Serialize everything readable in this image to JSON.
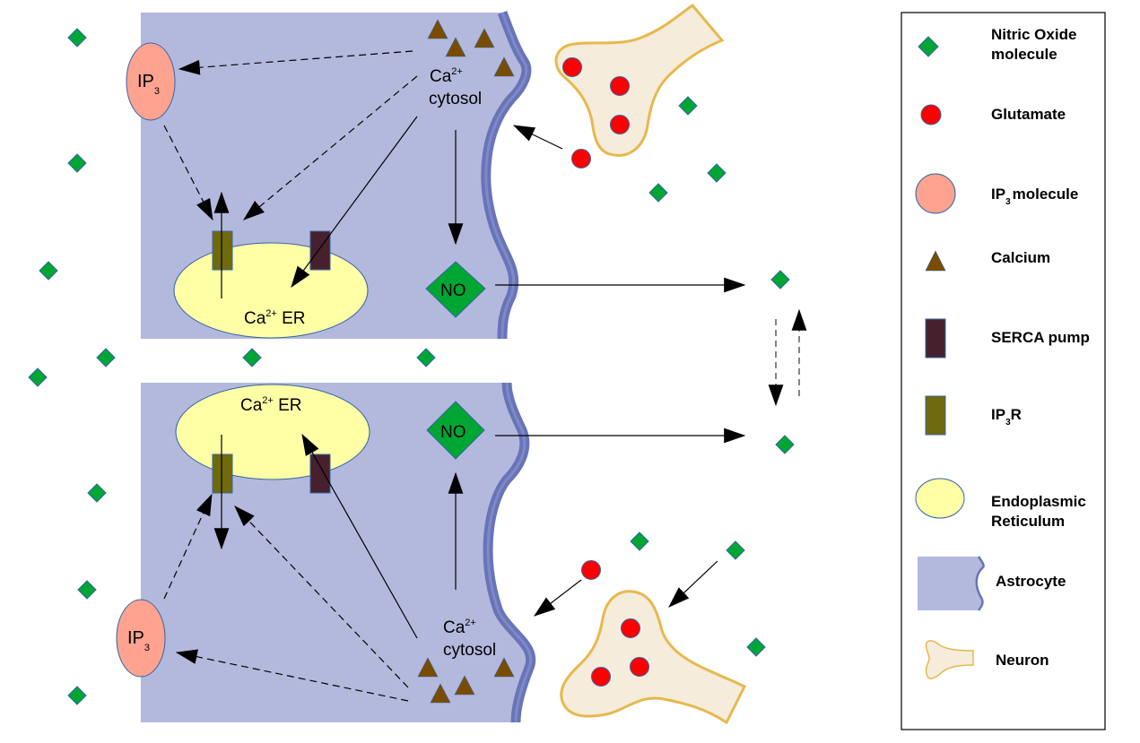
{
  "colors": {
    "astrocyte_fill": "#b3b9dd",
    "membrane": "#6874b8",
    "membrane_light": "#8089c7",
    "neuron_fill": "#f5ecdc",
    "neuron_stroke": "#e8b84c",
    "no_fill": "#00a633",
    "no_stroke": "#3465a4",
    "glutamate_fill": "#ff0000",
    "ip3_fill": "#ffa28f",
    "calcium_fill": "#7a4c00",
    "serca_fill": "#47202e",
    "ip3r_fill": "#6f6a0b",
    "er_fill": "#ffffa6",
    "outline": "#3465a4"
  },
  "top_cell": {
    "ip3_label": "IP",
    "ip3_sub": "3",
    "ca_cytosol_line1": "Ca",
    "ca_cytosol_sup": "2+",
    "ca_cytosol_line2": "cytosol",
    "er_label_ca": "Ca",
    "er_label_sup": "2+",
    "er_label_er": " ER",
    "no_label": "NO"
  },
  "bottom_cell": {
    "ip3_label": "IP",
    "ip3_sub": "3",
    "ca_cytosol_line1": "Ca",
    "ca_cytosol_sup": "2+",
    "ca_cytosol_line2": "cytosol",
    "er_label_ca": "Ca",
    "er_label_sup": "2+",
    "er_label_er": " ER",
    "no_label": "NO"
  },
  "legend": {
    "items": [
      {
        "icon": "nitric-oxide-diamond",
        "line1": "Nitric Oxide",
        "line2": "molecule"
      },
      {
        "icon": "glutamate-circle",
        "line1": "Glutamate"
      },
      {
        "icon": "ip3-circle",
        "line1_main": "IP",
        "line1_sub": "3",
        "line1_rest": "molecule"
      },
      {
        "icon": "calcium-triangle",
        "line1": "Calcium"
      },
      {
        "icon": "serca-rect",
        "line1": "SERCA pump"
      },
      {
        "icon": "ip3r-rect",
        "line1_main": "IP",
        "line1_sub": "3",
        "line1_rest": "R"
      },
      {
        "icon": "er-ellipse",
        "line1": "Endoplasmic",
        "line2": "Reticulum"
      },
      {
        "icon": "astrocyte-shape",
        "line1": "Astrocyte"
      },
      {
        "icon": "neuron-shape",
        "line1": "Neuron"
      }
    ]
  }
}
